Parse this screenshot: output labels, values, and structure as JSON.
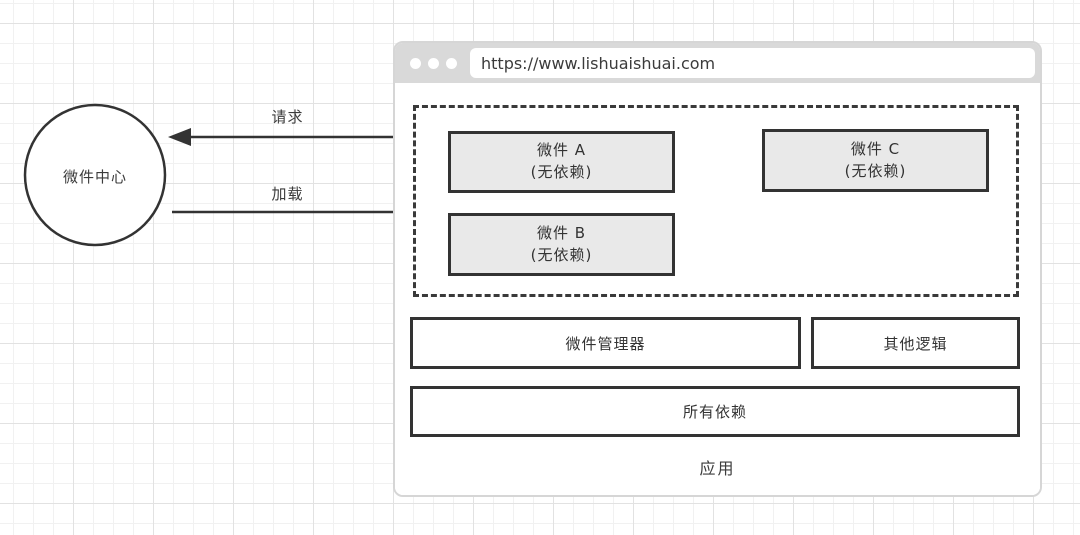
{
  "diagram_title": "widget-center-loading-diagram",
  "widget_center": {
    "label": "微件中心"
  },
  "arrows": {
    "request_label": "请求",
    "load_label": "加载"
  },
  "browser": {
    "url": "https://www.lishuaishuai.com",
    "app_label": "应用",
    "widgets": [
      {
        "id": "A",
        "title": "微件 A",
        "subtitle": "(无依赖)"
      },
      {
        "id": "B",
        "title": "微件 B",
        "subtitle": "(无依赖)"
      },
      {
        "id": "C",
        "title": "微件 C",
        "subtitle": "(无依赖)"
      }
    ],
    "manager_label": "微件管理器",
    "other_logic_label": "其他逻辑",
    "dependencies_label": "所有依赖"
  },
  "colors": {
    "stroke": "#333333",
    "widget_fill": "#e9e9e9",
    "chrome_gray": "#d9d9d9",
    "grid_minor": "#f1f1f1",
    "grid_major": "#e2e2e2"
  }
}
